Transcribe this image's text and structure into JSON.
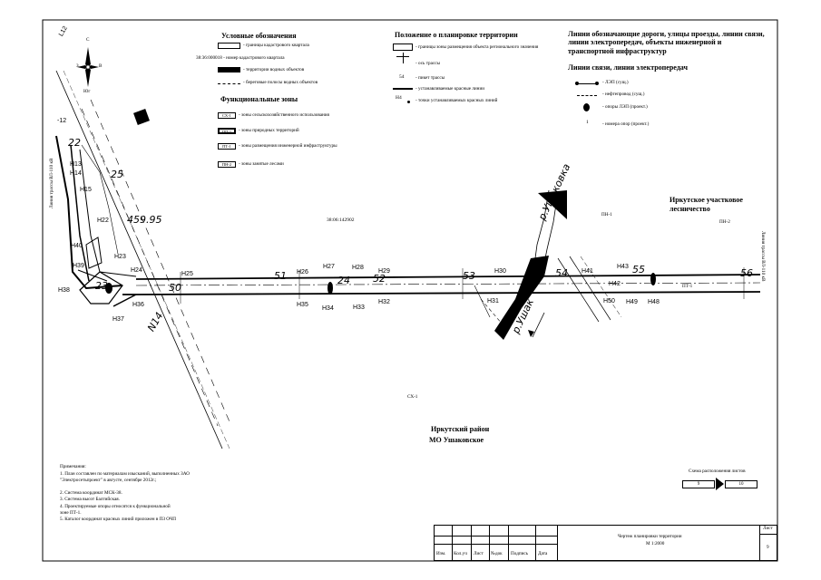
{
  "legend": {
    "title": "Условные обозначения",
    "items": [
      "- границы кадастрового квартала",
      "38:36:000018 - номер кадастрового квартала",
      "- территории водных объектов",
      "- береговые полосы водных объектов"
    ]
  },
  "functional_zones": {
    "title": "Функциональные зоны",
    "items": [
      {
        "code": "СХ-1",
        "text": "- зоны сельскохозяйственного использования"
      },
      {
        "code": "ПП-1",
        "text": "- зоны природных территорий"
      },
      {
        "code": "ПТ-1",
        "text": "- зоны размещения инженерной инфраструктуры"
      },
      {
        "code": "ПН-2",
        "text": "- зоны занятые лесами"
      }
    ]
  },
  "planning": {
    "title": "Положение о планировке территории",
    "items": [
      "- границы зоны размещения объекта регионального значения",
      "- ось трассы",
      "54",
      "- пикет трассы",
      "- устанавливаемые красные линии",
      "Н4",
      "- точки устанавливаемых красных линий"
    ]
  },
  "lines": {
    "title": "Линии обозначающие дороги, улицы проезды, линии связи, линии электропередач, объекты инженерной и транспортной инфраструктур",
    "subtitle": "Линии связи, линии электропередач",
    "items": [
      "- ЛЭП (сущ.)",
      "- нефтепровод (сущ.)",
      "- опоры ЛЭП (проект.)",
      "1",
      "- номера опор (проект.)"
    ]
  },
  "map": {
    "north": "С",
    "south": "Юг",
    "west": "З",
    "east": "В",
    "labels": {
      "kvartal": "38:06:142902",
      "irk_les": "Иркутское участковое лесничество",
      "irk_rayon": "Иркутский район",
      "mo": "МО Ушаковское",
      "zone_pn1": "ПН-1",
      "zone_pn2": "ПН-2",
      "zone_pt1": "ПТ-1",
      "zone_cx1": "СХ-1",
      "ushakovka": "р.Ушаковка",
      "river2": "р.Ушак"
    },
    "points": [
      "Н25",
      "Н26",
      "Н27",
      "Н28",
      "Н29",
      "Н30",
      "Н31",
      "Н32",
      "Н33",
      "Н34",
      "Н35",
      "Н36",
      "Н37",
      "Н38",
      "Н39",
      "Н40",
      "Н41",
      "Н42",
      "Н43",
      "Н48",
      "Н49",
      "Н50",
      "Н13",
      "Н14",
      "Н15",
      "Н22",
      "Н23",
      "Н24"
    ],
    "pickets": [
      "50",
      "51",
      "52",
      "53",
      "54",
      "55",
      "56",
      "24",
      "23",
      "22",
      "25"
    ],
    "other": [
      "459.95",
      "N14",
      "L12",
      "-12",
      "Линия трассы ВЛ-110 кВ",
      "Линия трассы ВЛ-110 кВ"
    ]
  },
  "notes": {
    "title": "Примечания:",
    "items": [
      "1. План составлен по материалам изысканий, выполненных ЗАО \"Электросетьпроект\" в августе, сентябре 2012г.;",
      "2. Система координат МСК-38.",
      "3. Система высот Балтийская.",
      "4. Проектируемые опоры относятся к функциональной зоне ПТ-1.",
      "5. Каталог координат красных линий приложен в ПЗ ОЧП"
    ]
  },
  "scheme": {
    "title": "Схема расположения листов",
    "left": "9",
    "right": "10"
  },
  "title_block": {
    "cols": [
      "Изм.",
      "Кол.уч",
      "Лист",
      "№док",
      "Подпись",
      "Дата"
    ],
    "title": "Чертеж планировки территории",
    "scale": "М 1:2000",
    "sheet_label": "Лист",
    "sheet_num": "9"
  }
}
